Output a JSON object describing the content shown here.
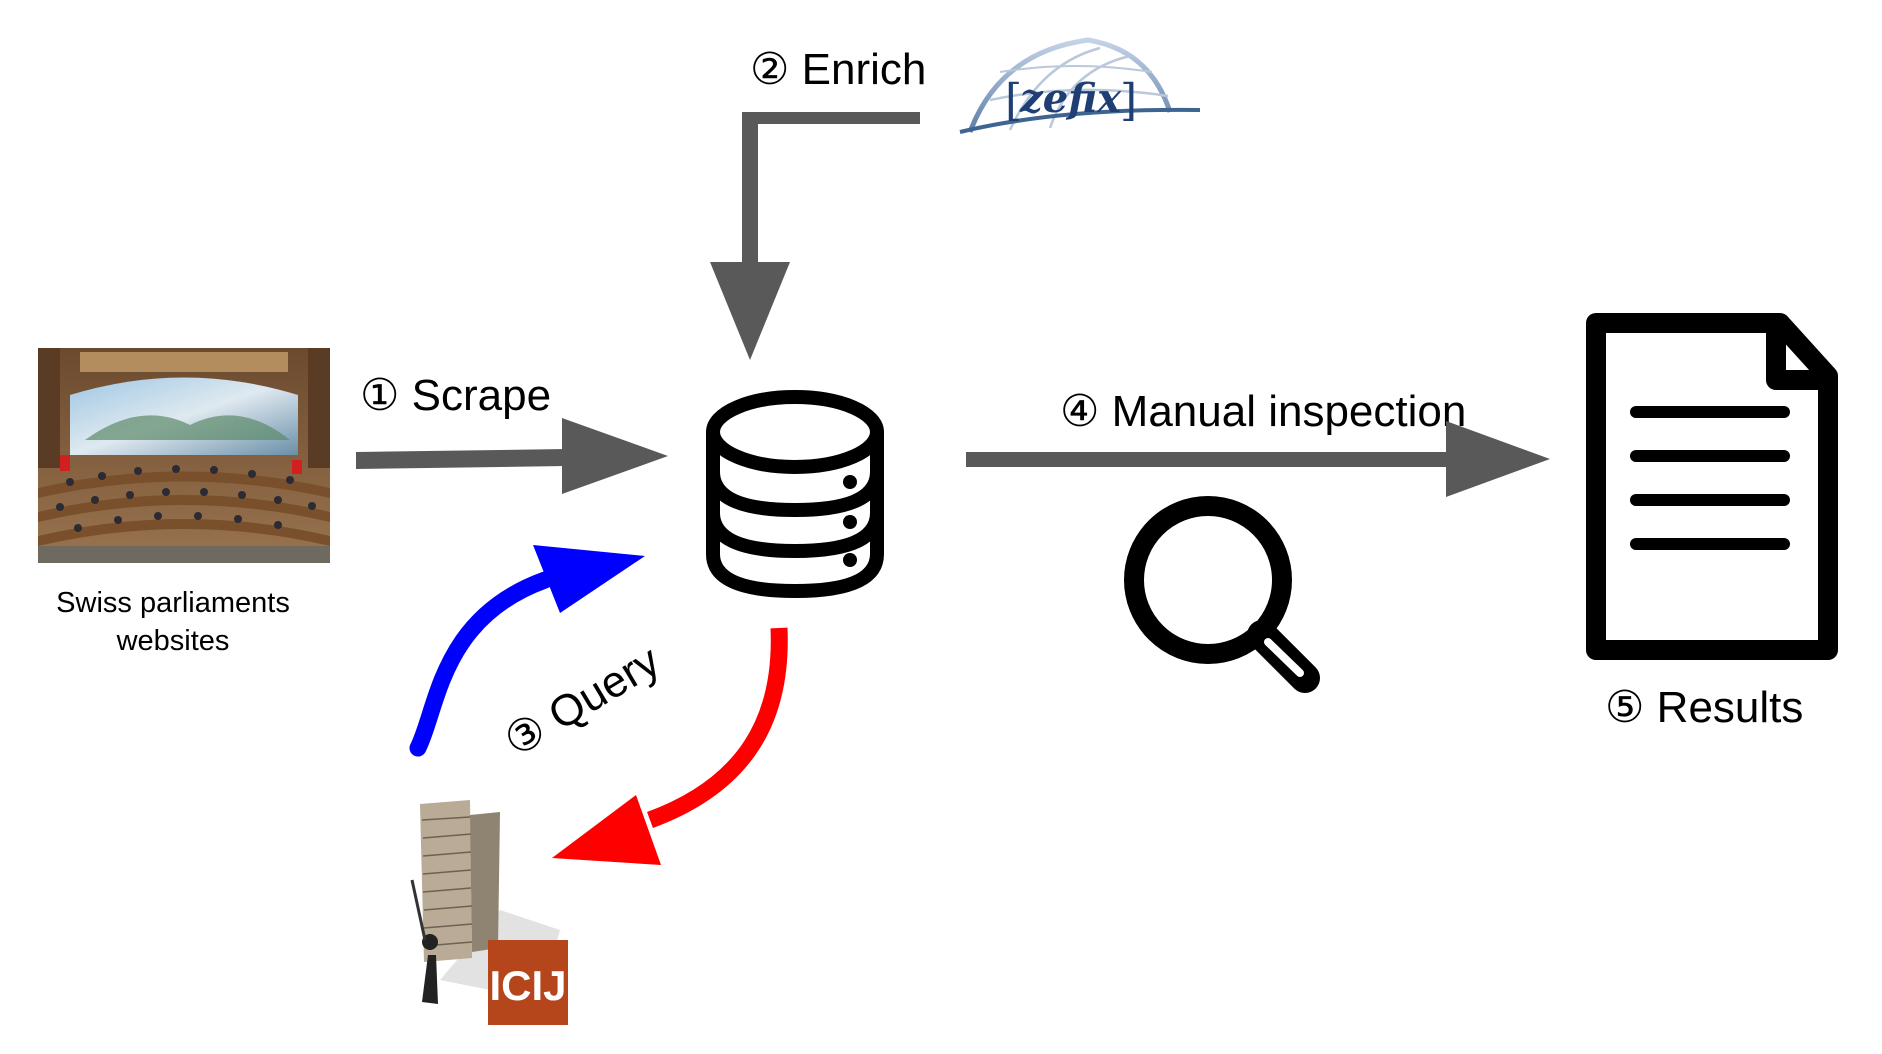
{
  "steps": {
    "scrape": "① Scrape",
    "enrich": "② Enrich",
    "query": "③ Query",
    "inspection": "④ Manual inspection",
    "results": "⑤ Results"
  },
  "source": {
    "caption_line1": "Swiss parliaments",
    "caption_line2": "websites"
  },
  "logos": {
    "zefix": "zefix",
    "icij": "ICIJ"
  },
  "colors": {
    "arrow_gray": "#595959",
    "query_out": "#0000ff",
    "query_back": "#ff0000",
    "icon_black": "#000000",
    "icij_brand": "#b5461c",
    "zefix_brand": "#1f3e74"
  },
  "icons": {
    "database": "database-icon",
    "magnifier": "magnifier-icon",
    "document": "document-icon"
  }
}
